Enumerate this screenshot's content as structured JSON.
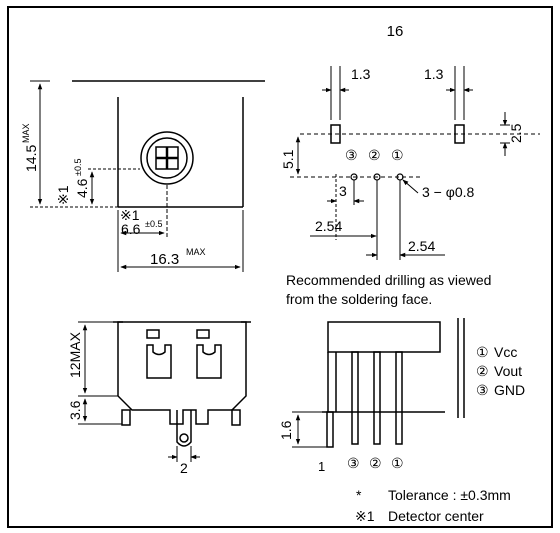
{
  "page_number": "16",
  "front_view": {
    "height_max": "14.5",
    "max_label": "MAX",
    "center_height": "4.6",
    "center_height_tol": "±0.5",
    "note_mark": "※1",
    "center_width": "6.6",
    "center_width_tol": "±0.5",
    "width_max": "16.3"
  },
  "drilling": {
    "pitch_left": "1.3",
    "pitch_right": "1.3",
    "height": "5.1",
    "slot_height": "2.5",
    "pins": [
      "③",
      "②",
      "①"
    ],
    "offset": "3",
    "hole_note": "3 − φ0.8",
    "spacing_a": "2.54",
    "spacing_b": "2.54",
    "caption_line1": "Recommended drilling as viewed",
    "caption_line2": "from the soldering face."
  },
  "side_view": {
    "height_max": "12MAX",
    "base_height": "3.6",
    "tab_width": "2"
  },
  "pin_view": {
    "lead_height": "1.6",
    "one_label": "1",
    "pins": [
      "③",
      "②",
      "①"
    ]
  },
  "legend": [
    {
      "num": "①",
      "label": "Vcc"
    },
    {
      "num": "②",
      "label": "Vout"
    },
    {
      "num": "③",
      "label": "GND"
    }
  ],
  "notes": {
    "tolerance_mark": "*",
    "tolerance_text": "Tolerance : ±0.3mm",
    "detector_mark": "※1",
    "detector_text": "Detector center"
  }
}
